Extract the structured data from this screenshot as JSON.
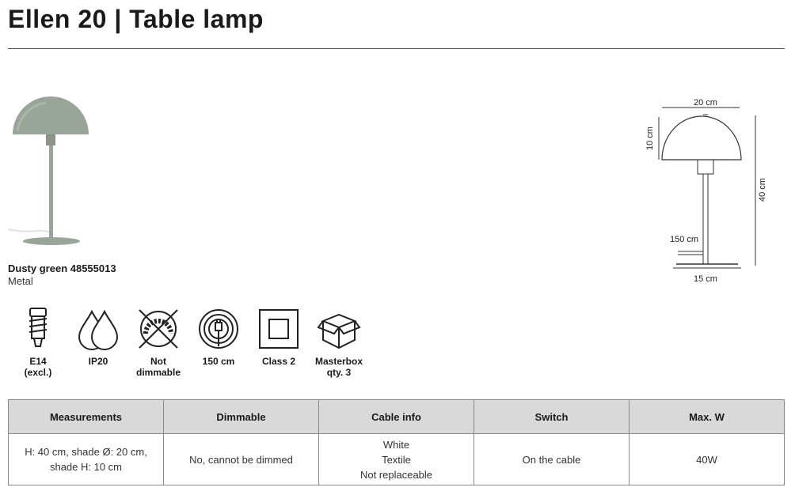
{
  "title": "Ellen 20 | Table lamp",
  "product": {
    "name": "Dusty green 48555013",
    "material": "Metal"
  },
  "dimensions": {
    "shade_width": "20 cm",
    "shade_height": "10 cm",
    "total_height": "40 cm",
    "cable_length": "150 cm",
    "base_width": "15 cm"
  },
  "specs": [
    {
      "icon": "e14-bulb-icon",
      "line1": "E14",
      "line2": "(excl.)"
    },
    {
      "icon": "ip20-drops-icon",
      "line1": "IP20",
      "line2": ""
    },
    {
      "icon": "not-dimmable-icon",
      "line1": "Not",
      "line2": "dimmable"
    },
    {
      "icon": "cable-length-icon",
      "line1": "150 cm",
      "line2": ""
    },
    {
      "icon": "class2-icon",
      "line1": "Class 2",
      "line2": ""
    },
    {
      "icon": "masterbox-icon",
      "line1": "Masterbox",
      "line2": "qty. 3"
    }
  ],
  "table": {
    "headers": [
      "Measurements",
      "Dimmable",
      "Cable info",
      "Switch",
      "Max. W"
    ],
    "row": [
      [
        "H: 40 cm, shade Ø: 20 cm,",
        "shade H: 10 cm"
      ],
      [
        "No, cannot be dimmed"
      ],
      [
        "White",
        "Textile",
        "Not replaceable"
      ],
      [
        "On the cable"
      ],
      [
        "40W"
      ]
    ]
  },
  "colors": {
    "lamp_green": "#9aa59a",
    "header_bg": "#d9d9d9"
  }
}
